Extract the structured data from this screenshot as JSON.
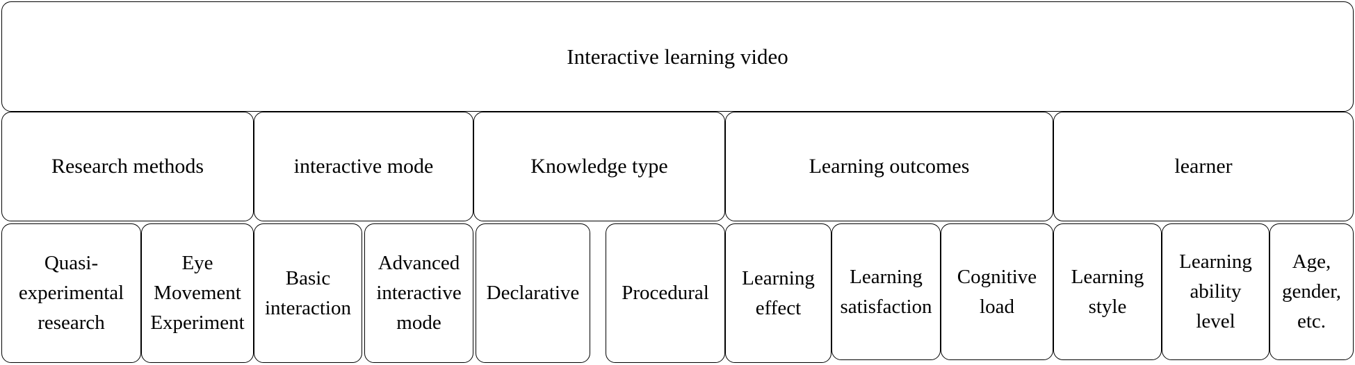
{
  "root": {
    "label": "Interactive learning video"
  },
  "categories": [
    {
      "label": "Research methods",
      "items": [
        "Quasi-\nexperimental\nresearch",
        "Eye\nMovement\nExperiment"
      ]
    },
    {
      "label": "interactive mode",
      "items": [
        "Basic\ninteraction",
        "Advanced\ninteractive\nmode"
      ]
    },
    {
      "label": "Knowledge type",
      "items": [
        "Declarative",
        "Procedural"
      ]
    },
    {
      "label": "Learning outcomes",
      "items": [
        "Learning\neffect",
        "Learning\nsatisfaction",
        "Cognitive\nload"
      ]
    },
    {
      "label": "learner",
      "items": [
        "Learning\nstyle",
        "Learning\nability\nlevel",
        "Age,\ngender,\netc."
      ]
    }
  ]
}
